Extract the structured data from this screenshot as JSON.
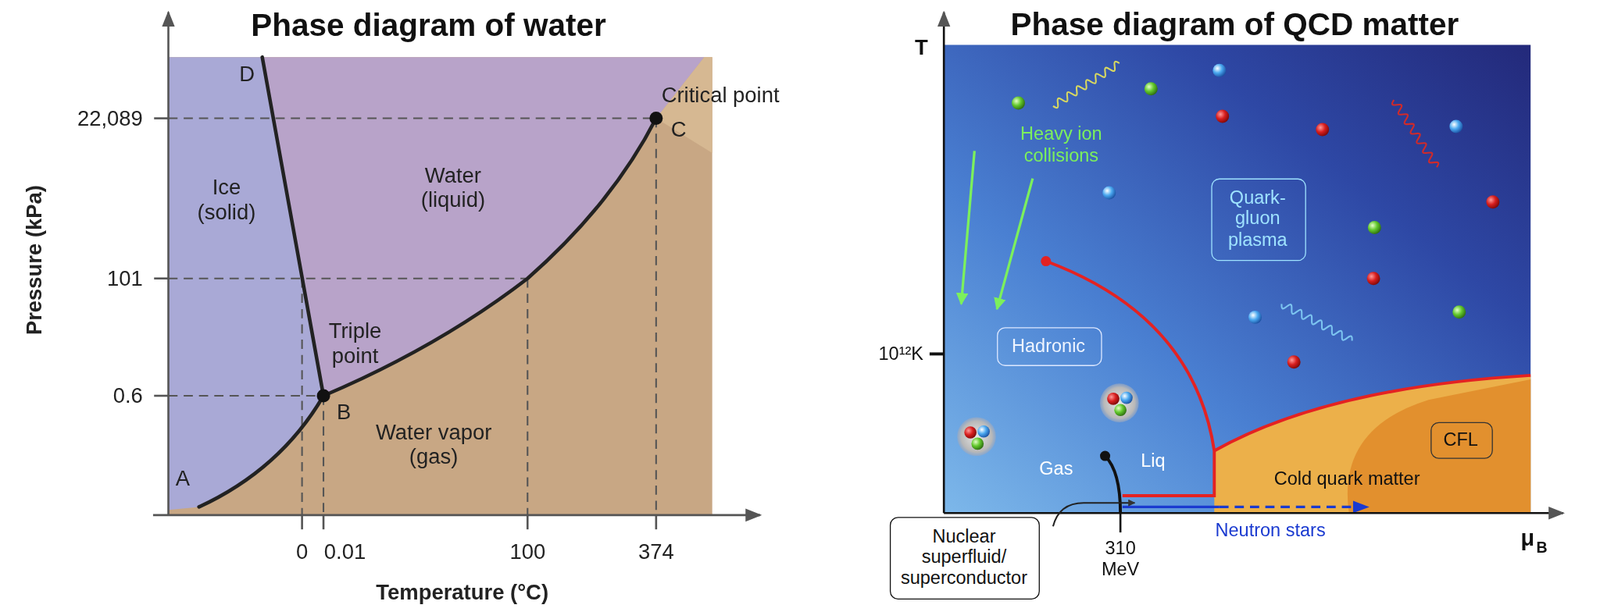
{
  "diagram": {
    "nodes": [
      {
        "text": [
          "Quark- gluon plasma"
        ]
      },
      {
        "text": [
          "Hadronic"
        ]
      },
      {
        "text": [
          "CFL"
        ]
      },
      {
        "text": [
          "Nuclear superfluid/ superconductor"
        ]
      }
    ],
    "labels": [
      "Phase diagram of water",
      "Pressure (kPa)",
      "22,089",
      "101",
      "0.6",
      "D",
      "Critical point",
      "C",
      "Ice (solid)",
      "Water (liquid)",
      "Triple point",
      "B",
      "Water vapor (gas)",
      "A",
      "0",
      "0.01",
      "100",
      "374",
      "Temperature (°C)",
      "Phase diagram of QCD matter",
      "T",
      "Heavy ion collisions",
      "10¹²K",
      "Gas",
      "Liq",
      "Cold quark matter",
      "310 MeV",
      "Neutron stars",
      "μ",
      "B"
    ]
  }
}
